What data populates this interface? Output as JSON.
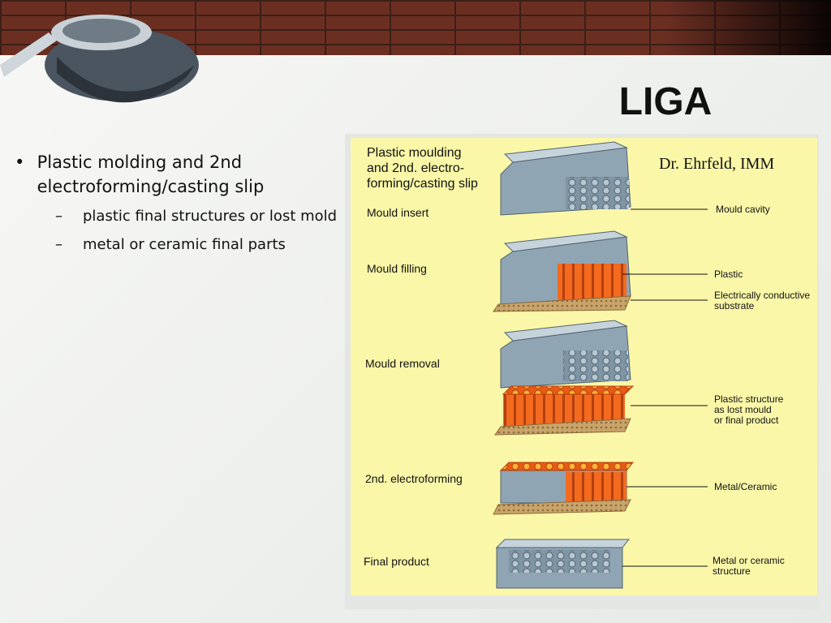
{
  "slide": {
    "title": "LIGA"
  },
  "bullets": {
    "main": {
      "marker": "•",
      "text": "Plastic molding and 2nd electroforming/casting slip"
    },
    "sub": [
      {
        "marker": "–",
        "text": "plastic final structures or lost mold"
      },
      {
        "marker": "–",
        "text": "metal or ceramic final parts"
      }
    ]
  },
  "figure": {
    "credit": "Dr. Ehrfeld, IMM",
    "header_lines": [
      "Plastic moulding",
      "and 2nd. electro-",
      "forming/casting slip"
    ],
    "steps": [
      {
        "label": "Mould insert",
        "callouts": [
          "Mould cavity"
        ]
      },
      {
        "label": "Mould filling",
        "callouts": [
          "Plastic",
          "Electrically conductive",
          "substrate"
        ]
      },
      {
        "label": "Mould removal",
        "callouts": [
          "Plastic structure",
          "as lost mould",
          "or final product"
        ]
      },
      {
        "label": "2nd. electroforming",
        "callouts": [
          "Metal/Ceramic"
        ]
      },
      {
        "label": "Final product",
        "callouts": [
          "Metal or ceramic",
          "structure"
        ]
      }
    ],
    "colors": {
      "background": "#fbf7a8",
      "mould_metal": "#8fa5b3",
      "plastic": "#f46a1e",
      "substrate": "#c9a46a"
    }
  }
}
